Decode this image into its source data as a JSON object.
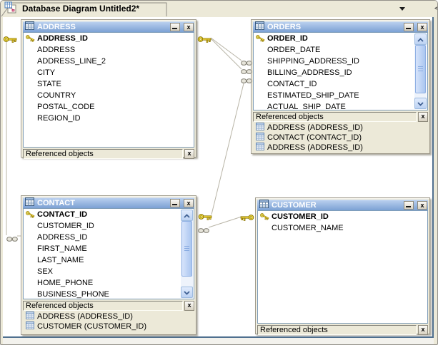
{
  "tab_bar": {
    "tab_title": "Database Diagram Untitled2*"
  },
  "glyphs": {
    "close": "x"
  },
  "windows": {
    "address": {
      "title": "ADDRESS",
      "columns": [
        {
          "name": "ADDRESS_ID",
          "pk": true
        },
        {
          "name": "ADDRESS"
        },
        {
          "name": "ADDRESS_LINE_2"
        },
        {
          "name": "CITY"
        },
        {
          "name": "STATE"
        },
        {
          "name": "COUNTRY"
        },
        {
          "name": "POSTAL_CODE"
        },
        {
          "name": "REGION_ID"
        }
      ],
      "referenced_label": "Referenced objects",
      "referenced": []
    },
    "orders": {
      "title": "ORDERS",
      "columns": [
        {
          "name": "ORDER_ID",
          "pk": true
        },
        {
          "name": "ORDER_DATE"
        },
        {
          "name": "SHIPPING_ADDRESS_ID"
        },
        {
          "name": "BILLING_ADDRESS_ID"
        },
        {
          "name": "CONTACT_ID"
        },
        {
          "name": "ESTIMATED_SHIP_DATE"
        },
        {
          "name": "ACTUAL_SHIP_DATE"
        }
      ],
      "referenced_label": "Referenced objects",
      "referenced": [
        "ADDRESS (ADDRESS_ID)",
        "CONTACT (CONTACT_ID)",
        "ADDRESS (ADDRESS_ID)"
      ]
    },
    "contact": {
      "title": "CONTACT",
      "columns": [
        {
          "name": "CONTACT_ID",
          "pk": true
        },
        {
          "name": "CUSTOMER_ID"
        },
        {
          "name": "ADDRESS_ID"
        },
        {
          "name": "FIRST_NAME"
        },
        {
          "name": "LAST_NAME"
        },
        {
          "name": "SEX"
        },
        {
          "name": "HOME_PHONE"
        },
        {
          "name": "BUSINESS_PHONE"
        }
      ],
      "referenced_label": "Referenced objects",
      "referenced": [
        "ADDRESS (ADDRESS_ID)",
        "CUSTOMER (CUSTOMER_ID)"
      ]
    },
    "customer": {
      "title": "CUSTOMER",
      "columns": [
        {
          "name": "CUSTOMER_ID",
          "pk": true
        },
        {
          "name": "CUSTOMER_NAME"
        }
      ],
      "referenced_label": "Referenced objects",
      "referenced": []
    }
  },
  "colors": {
    "titlebar_top": "#b9cfee",
    "titlebar_bottom": "#7ca1d4",
    "chrome": "#ece9d8",
    "list_border": "#7f9db9",
    "canvas_edge": "#50708f",
    "connector_line": "#b8b4a6",
    "key_gold": "#f2d63c"
  }
}
